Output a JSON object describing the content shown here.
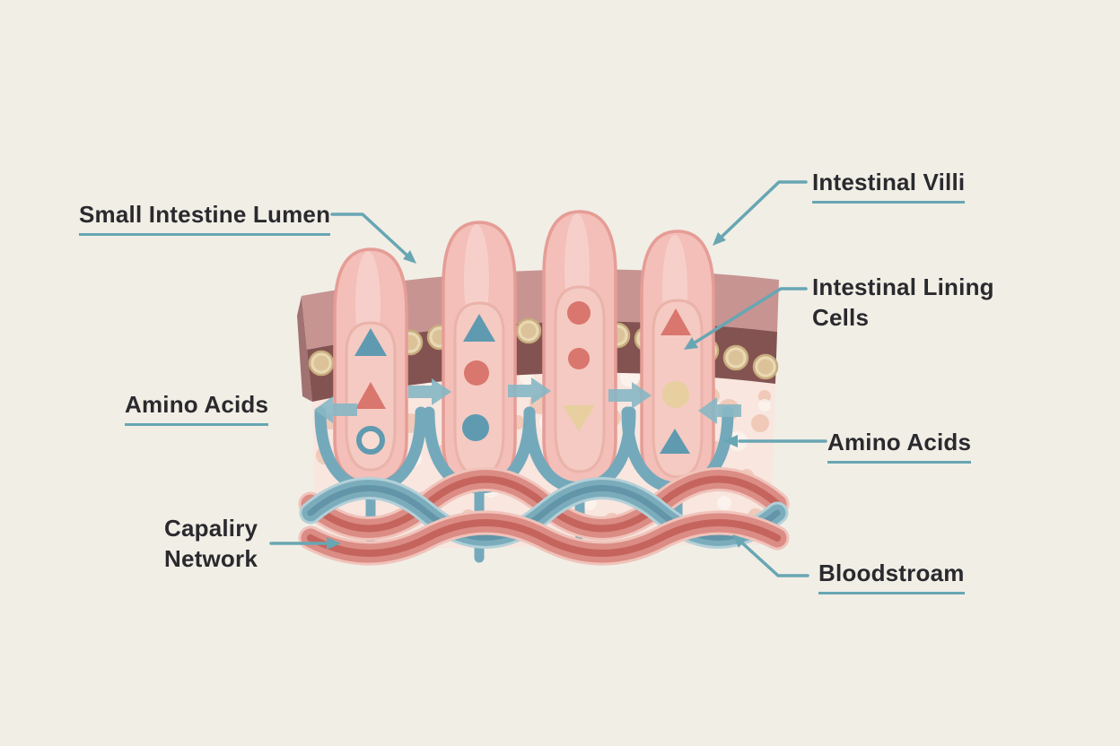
{
  "page": {
    "background": "#f1eee6",
    "title": "Intestinal villi amino acid absorption diagram"
  },
  "colors": {
    "accent_teal": "#68a6b3",
    "label_text": "#2a2a2e",
    "band_mauve": "#c79492",
    "band_dark": "#835352",
    "band_end_face": "#a07271",
    "tissue": "#f8e6df",
    "dot_salmon": "#efc5b3",
    "dot_white": "#fdf5f0",
    "lining_cell_outer": "#e9d8b4",
    "lining_cell_inner": "#dcc298",
    "lining_cell_ring": "#c9ad7e",
    "villus_fill": "#f3bfb8",
    "villus_stroke": "#e59d96",
    "villus_inner_fill": "#f4cac2",
    "villus_inner_stroke": "#eab3aa",
    "capillary_cup_blue": "#74a9bb",
    "vessel_red_edge": "#f0c3ba",
    "vessel_red": "#db8c84",
    "vessel_red_core": "#c5645d",
    "vessel_blue_edge": "#b3d0d8",
    "vessel_blue": "#7bacbc",
    "vessel_blue_core": "#6295a8",
    "flow_arrow_blue": "#86b7c4",
    "particle_red": "#d9766e",
    "particle_blue": "#5f9ab0",
    "particle_tan": "#e7cfa0"
  },
  "labels": {
    "lumen": {
      "text": "Small Intestine Lumen"
    },
    "villi": {
      "text": "Intestinal Villi"
    },
    "lining_cells": {
      "line1": "Intestinal Lining",
      "line2": "Cells"
    },
    "amino_acids_left": {
      "text": "Amino Acids"
    },
    "amino_acids_right": {
      "text": "Amino Acids"
    },
    "capillary_network": {
      "line1": "Capaliry",
      "line2": "Network"
    },
    "bloodstream": {
      "text": "Bloodstroam"
    }
  }
}
